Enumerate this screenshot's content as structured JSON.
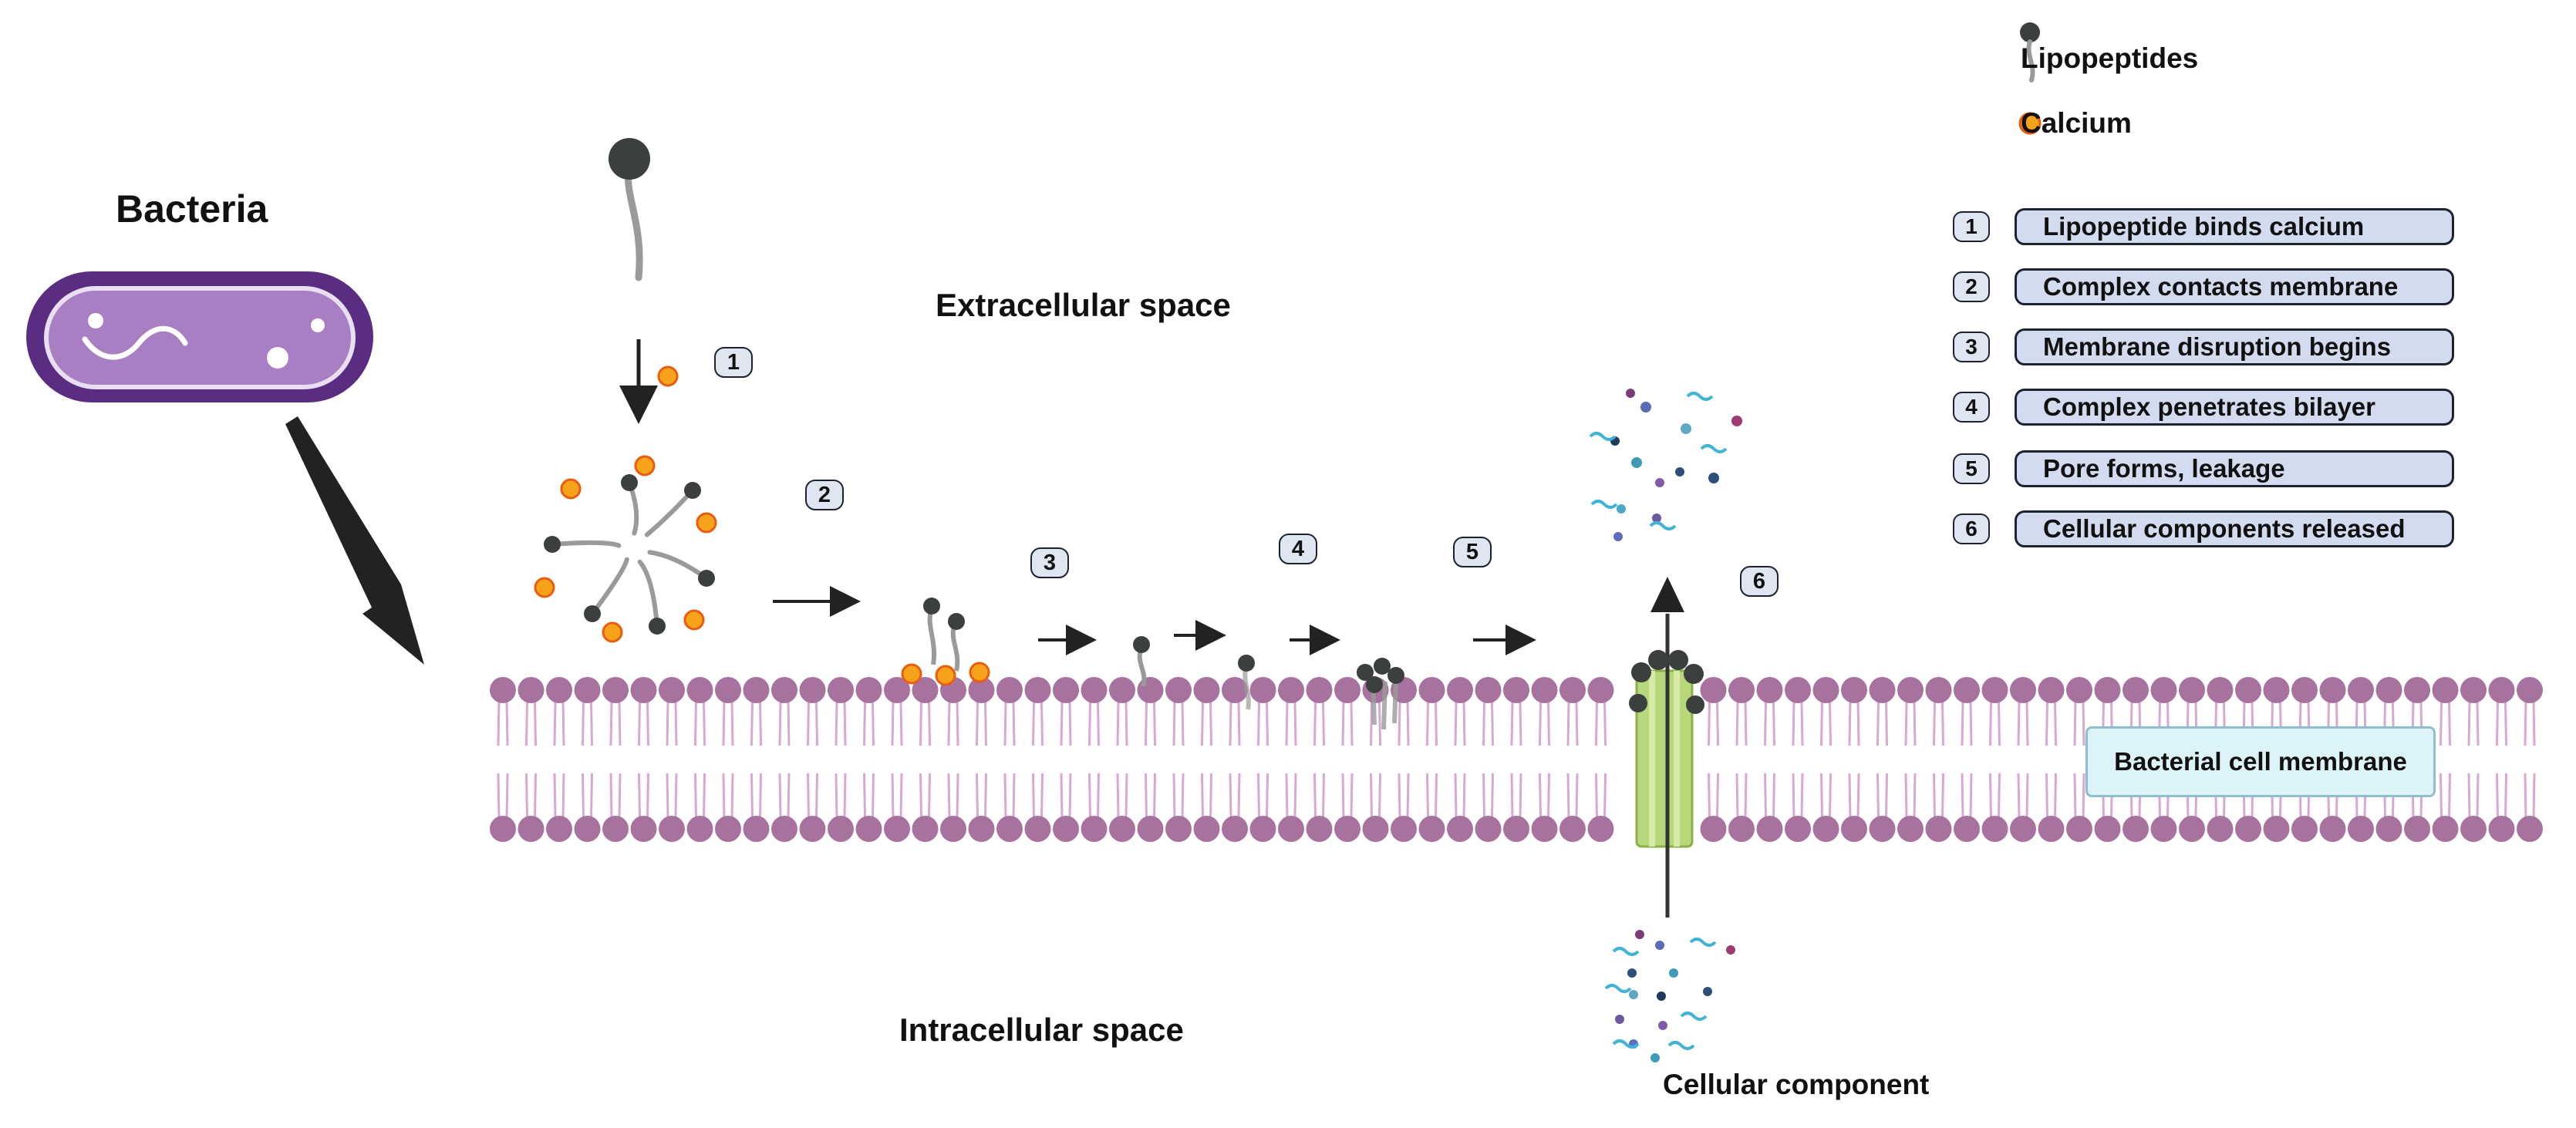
{
  "legend": {
    "lipopeptides_label": "Lipopeptides",
    "calcium_label": "Calcium"
  },
  "labels": {
    "bacteria": "Bacteria",
    "extracellular_space": "Extracellular space",
    "intracellular_space": "Intracellular space",
    "cellular_component": "Cellular component",
    "membrane": "Bacterial cell membrane"
  },
  "steps": [
    {
      "num": "1",
      "text": "Lipopeptide binds calcium"
    },
    {
      "num": "2",
      "text": "Complex contacts membrane"
    },
    {
      "num": "3",
      "text": "Membrane disruption begins"
    },
    {
      "num": "4",
      "text": "Complex penetrates  bilayer"
    },
    {
      "num": "5",
      "text": "Pore forms, leakage"
    },
    {
      "num": "6",
      "text": "Cellular components released"
    }
  ],
  "colors": {
    "bacteria_fill": "#a97fc3",
    "bacteria_border": "#5a2d82",
    "lipid_head": "#a8729e",
    "lipid_tail": "#d6a8d2",
    "lipopeptide_head": "#3b3f3d",
    "lipopeptide_tail": "#9a9a9a",
    "calcium_fill": "#f7a21b",
    "calcium_ring": "#e85d10",
    "pore": "#b6d77a",
    "step_box_fill": "#d2dcee",
    "membrane_label_fill": "#dcf3f8"
  },
  "icons": [
    "lipopeptide-icon",
    "calcium-icon",
    "bacteria-icon",
    "arrow-icon"
  ]
}
